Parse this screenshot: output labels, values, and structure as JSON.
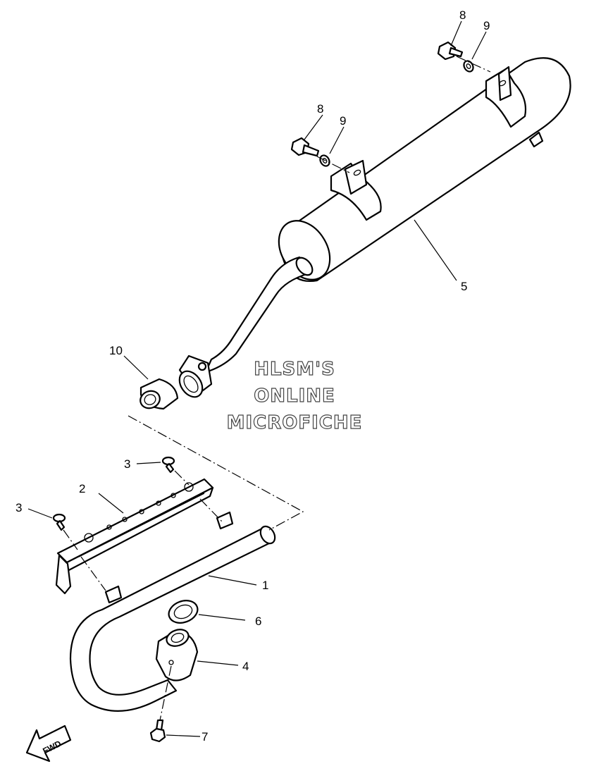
{
  "diagram": {
    "callouts": [
      "1",
      "2",
      "3",
      "3",
      "4",
      "5",
      "6",
      "7",
      "8",
      "9",
      "8",
      "9",
      "10"
    ],
    "watermark": [
      "HLSM'S",
      "ONLINE",
      "MICROFICHE"
    ],
    "direction_label": "FWD"
  }
}
